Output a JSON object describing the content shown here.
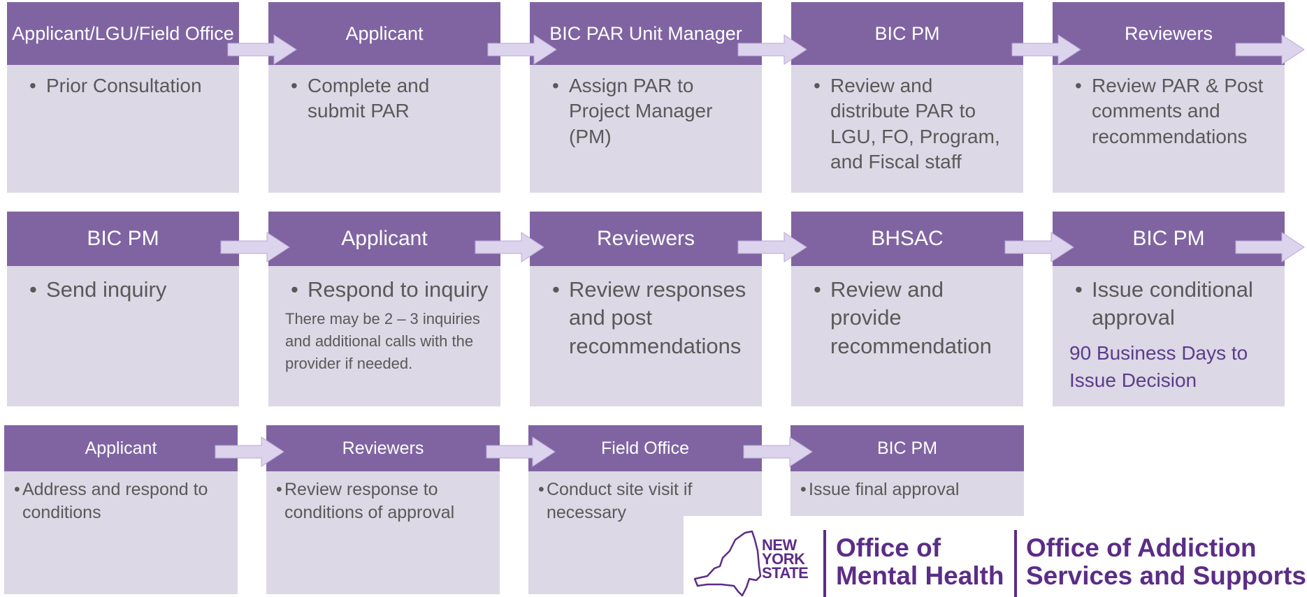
{
  "rows": [
    [
      {
        "title": "Applicant/LGU/Field Office",
        "items": [
          "Prior Consultation"
        ]
      },
      {
        "title": "Applicant",
        "items": [
          "Complete and submit PAR"
        ]
      },
      {
        "title": "BIC PAR Unit Manager",
        "items": [
          " Assign PAR to Project Manager (PM)"
        ]
      },
      {
        "title": "BIC PM",
        "items": [
          "Review and distribute PAR to LGU, FO, Program, and Fiscal staff"
        ]
      },
      {
        "title": "Reviewers",
        "items": [
          "Review PAR & Post comments and recommendations"
        ]
      }
    ],
    [
      {
        "title": "BIC PM",
        "items": [
          "Send inquiry"
        ]
      },
      {
        "title": "Applicant",
        "items": [
          "Respond to inquiry"
        ],
        "note": "There may be 2 – 3 inquiries and additional calls with the provider if needed."
      },
      {
        "title": "Reviewers",
        "items": [
          "Review responses and post recommendations"
        ]
      },
      {
        "title": "BHSAC",
        "items": [
          "Review and provide recommendation"
        ]
      },
      {
        "title": "BIC PM",
        "items": [
          "Issue conditional approval"
        ],
        "highlight": "90 Business Days to Issue Decision"
      }
    ],
    [
      {
        "title": "Applicant",
        "items": [
          "Address and respond to conditions"
        ]
      },
      {
        "title": "Reviewers",
        "items": [
          "Review response to conditions of approval"
        ]
      },
      {
        "title": "Field Office",
        "items": [
          "Conduct site visit if necessary"
        ]
      },
      {
        "title": "BIC PM",
        "items": [
          "Issue final approval"
        ]
      }
    ]
  ],
  "logo": {
    "state_lines": [
      "NEW",
      "YORK",
      "STATE"
    ],
    "org1_lines": [
      "Office of",
      "Mental Health"
    ],
    "org2_lines": [
      "Office of Addiction",
      "Services and Supports"
    ]
  },
  "colors": {
    "header": "#8064a2",
    "body": "#dcd8e5",
    "text": "#595959",
    "accent_text": "#5b3c8c",
    "logo": "#5b2d86",
    "arrow": "#dcd3ec"
  }
}
